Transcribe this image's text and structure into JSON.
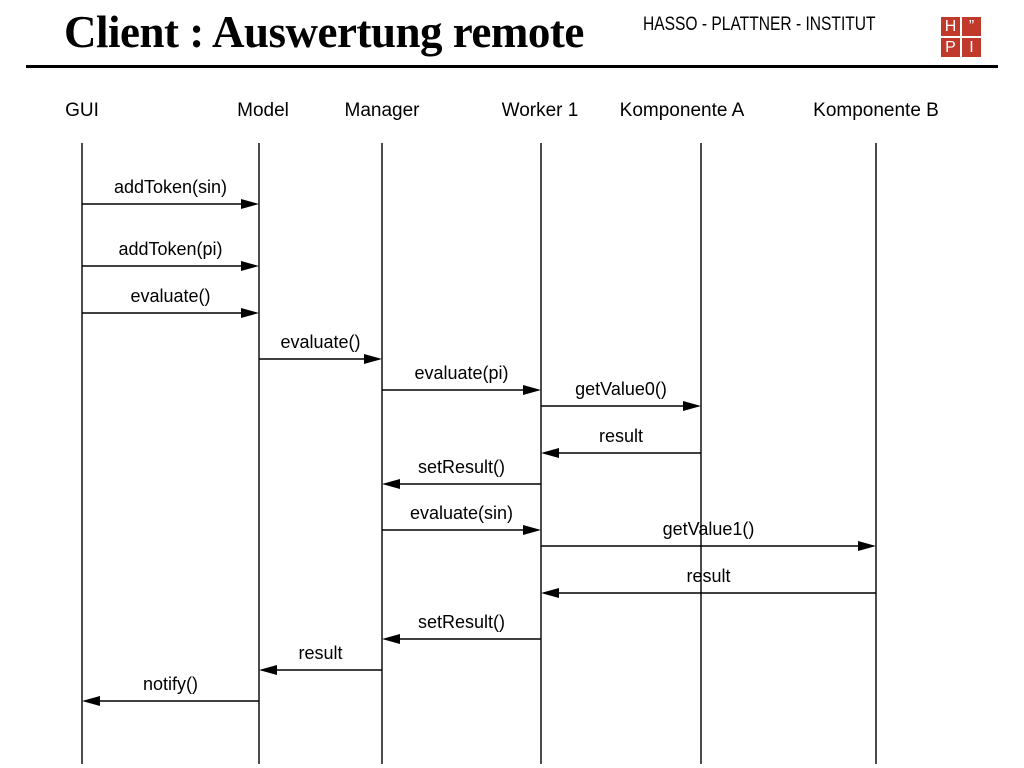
{
  "header": {
    "title": "Client : Auswertung remote",
    "institute": "HASSO - PLATTNER - INSTITUT",
    "logo": {
      "letters": [
        "H",
        "”",
        "P",
        "I"
      ],
      "color": "#c0392b"
    }
  },
  "diagram": {
    "lifelines": [
      {
        "id": "gui",
        "label": "GUI"
      },
      {
        "id": "model",
        "label": "Model"
      },
      {
        "id": "manager",
        "label": "Manager"
      },
      {
        "id": "worker1",
        "label": "Worker 1"
      },
      {
        "id": "compA",
        "label": "Komponente A"
      },
      {
        "id": "compB",
        "label": "Komponente B"
      }
    ],
    "messages": [
      {
        "from": "gui",
        "to": "model",
        "label": "addToken(sin)"
      },
      {
        "from": "gui",
        "to": "model",
        "label": "addToken(pi)"
      },
      {
        "from": "gui",
        "to": "model",
        "label": "evaluate()"
      },
      {
        "from": "model",
        "to": "manager",
        "label": "evaluate()"
      },
      {
        "from": "manager",
        "to": "worker1",
        "label": "evaluate(pi)"
      },
      {
        "from": "worker1",
        "to": "compA",
        "label": "getValue0()"
      },
      {
        "from": "compA",
        "to": "worker1",
        "label": "result"
      },
      {
        "from": "worker1",
        "to": "manager",
        "label": "setResult()"
      },
      {
        "from": "manager",
        "to": "worker1",
        "label": "evaluate(sin)"
      },
      {
        "from": "worker1",
        "to": "compB",
        "label": "getValue1()"
      },
      {
        "from": "compB",
        "to": "worker1",
        "label": "result"
      },
      {
        "from": "worker1",
        "to": "manager",
        "label": "setResult()"
      },
      {
        "from": "manager",
        "to": "model",
        "label": "result"
      },
      {
        "from": "model",
        "to": "gui",
        "label": "notify()"
      }
    ]
  }
}
